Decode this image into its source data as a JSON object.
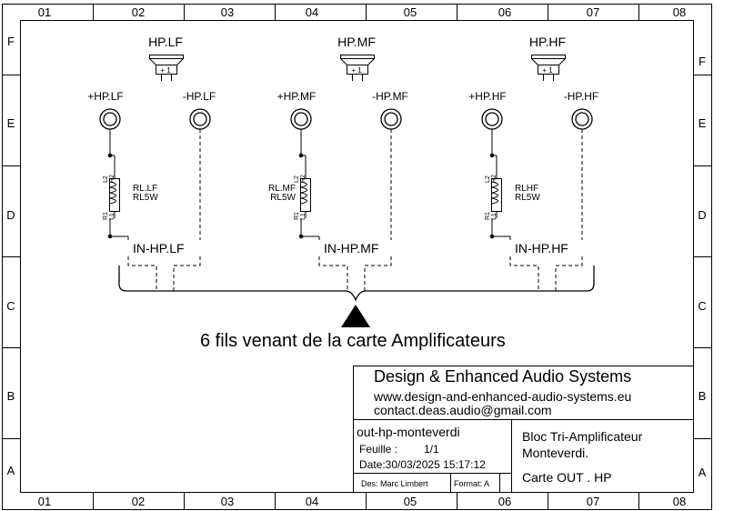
{
  "frame": {
    "columns": [
      "01",
      "02",
      "03",
      "04",
      "05",
      "06",
      "07",
      "08"
    ],
    "rows": [
      "F",
      "E",
      "D",
      "C",
      "B",
      "A"
    ]
  },
  "channels": [
    {
      "speaker": "HP.LF",
      "plus": "+HP.LF",
      "minus": "-HP.LF",
      "relay_name": "RL.LF",
      "relay_type": "RL5W",
      "input": "IN-HP.LF",
      "pins": {
        "l2": "L2",
        "r2": "R2",
        "r1": "R1",
        "l1": "L1"
      }
    },
    {
      "speaker": "HP.MF",
      "plus": "+HP.MF",
      "minus": "-HP.MF",
      "relay_name": "RL.MF",
      "relay_type": "RL5W",
      "input": "IN-HP.MF",
      "pins": {
        "l2": "L2",
        "r2": "R2",
        "r1": "R1",
        "l1": "L1"
      }
    },
    {
      "speaker": "HP.HF",
      "plus": "+HP.HF",
      "minus": "-HP.HF",
      "relay_name": "RLHF",
      "relay_type": "RL5W",
      "input": "IN-HP.HF",
      "pins": {
        "l2": "L2",
        "r2": "R2",
        "r1": "R1",
        "l1": "L1"
      }
    }
  ],
  "bus_label": "6 fils venant de la carte Amplificateurs",
  "title_block": {
    "company": "Design & Enhanced Audio Systems",
    "website": "www.design-and-enhanced-audio-systems.eu",
    "email": "contact.deas.audio@gmail.com",
    "file": "out-hp-monteverdi",
    "sheet_label": "Feuille :",
    "sheet_value": "1/1",
    "date": "Date:30/03/2025 15:17:12",
    "designer": "Des: Marc Limbert",
    "format": "Format: A",
    "project_line1": "Bloc Tri-Amplificateur",
    "project_line2": "Monteverdi.",
    "board": "Carte OUT . HP"
  }
}
